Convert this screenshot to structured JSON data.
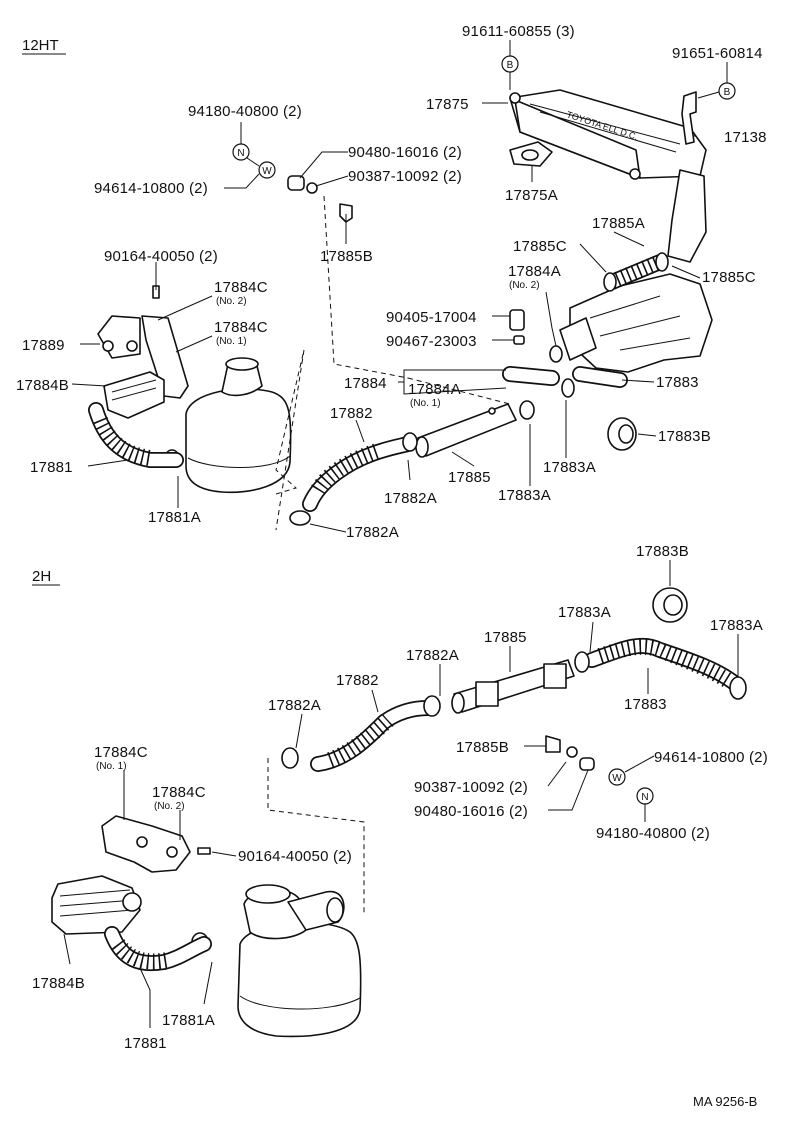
{
  "sections": {
    "ht": "12HT",
    "h": "2H"
  },
  "footer": "MA 9256-B",
  "ht": {
    "p91611": "91611-60855 (3)",
    "p91651": "91651-60814",
    "p17875": "17875",
    "p17138": "17138",
    "p17875a": "17875A",
    "p94180": "94180-40800 (2)",
    "p90480": "90480-16016 (2)",
    "p90387": "90387-10092 (2)",
    "p94614": "94614-10800 (2)",
    "p17885b": "17885B",
    "p17885a": "17885A",
    "p17885c_left": "17885C",
    "p17885c_right": "17885C",
    "p17884a_no2": "17884A",
    "p17884a_no2_note": "(No. 2)",
    "p90164": "90164-40050 (2)",
    "p17884c_no2": "17884C",
    "p17884c_no2_note": "(No. 2)",
    "p17884c_no1": "17884C",
    "p17884c_no1_note": "(No. 1)",
    "p17889": "17889",
    "p90405": "90405-17004",
    "p90467": "90467-23003",
    "p17884b": "17884B",
    "p17884": "17884",
    "p17884a_no1": "17884A",
    "p17884a_no1_note": "(No. 1)",
    "p17883": "17883",
    "p17882": "17882",
    "p17883b": "17883B",
    "p17881": "17881",
    "p17885": "17885",
    "p17883a_right": "17883A",
    "p17882a_mid": "17882A",
    "p17883a_bottom": "17883A",
    "p17881a": "17881A",
    "p17882a_bottom": "17882A"
  },
  "h": {
    "p17883b": "17883B",
    "p17883a_mid": "17883A",
    "p17883a_right": "17883A",
    "p17885": "17885",
    "p17882a_top": "17882A",
    "p17882": "17882",
    "p17883": "17883",
    "p17882a_left": "17882A",
    "p17885b": "17885B",
    "p94614": "94614-10800 (2)",
    "p17884c_no1": "17884C",
    "p17884c_no1_note": "(No. 1)",
    "p90387": "90387-10092 (2)",
    "p17884c_no2": "17884C",
    "p17884c_no2_note": "(No. 2)",
    "p90480": "90480-16016 (2)",
    "p94180": "94180-40800 (2)",
    "p90164": "90164-40050 (2)",
    "p17884b": "17884B",
    "p17881a": "17881A",
    "p17881": "17881"
  },
  "markers": {
    "b": "B",
    "n": "N",
    "w": "W"
  }
}
